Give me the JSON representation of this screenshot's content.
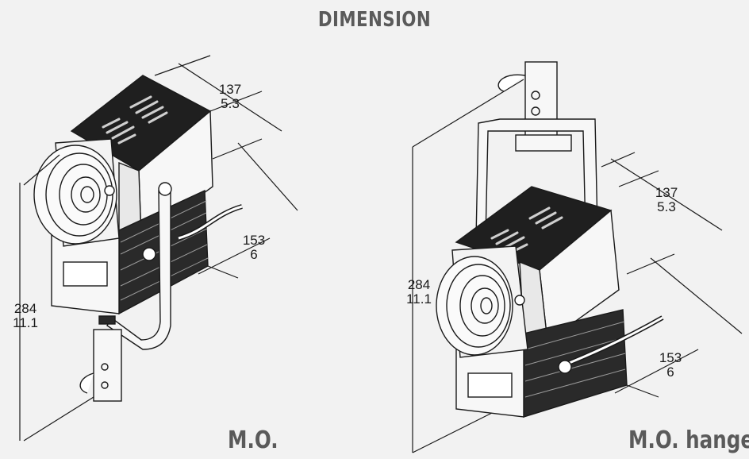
{
  "title": "DIMENSION",
  "left": {
    "caption": "M.O.",
    "depth": {
      "mm": "137",
      "in": "5.3"
    },
    "width": {
      "mm": "153",
      "in": "6"
    },
    "height": {
      "mm": "284",
      "in": "11.1"
    }
  },
  "right": {
    "caption": "M.O. hanged",
    "depth": {
      "mm": "137",
      "in": "5.3"
    },
    "width": {
      "mm": "153",
      "in": "6"
    },
    "height": {
      "mm": "284",
      "in": "11.1"
    }
  },
  "colors": {
    "background": "#f2f2f2",
    "caption": "#5a5a5a",
    "line": "#1a1a1a"
  }
}
